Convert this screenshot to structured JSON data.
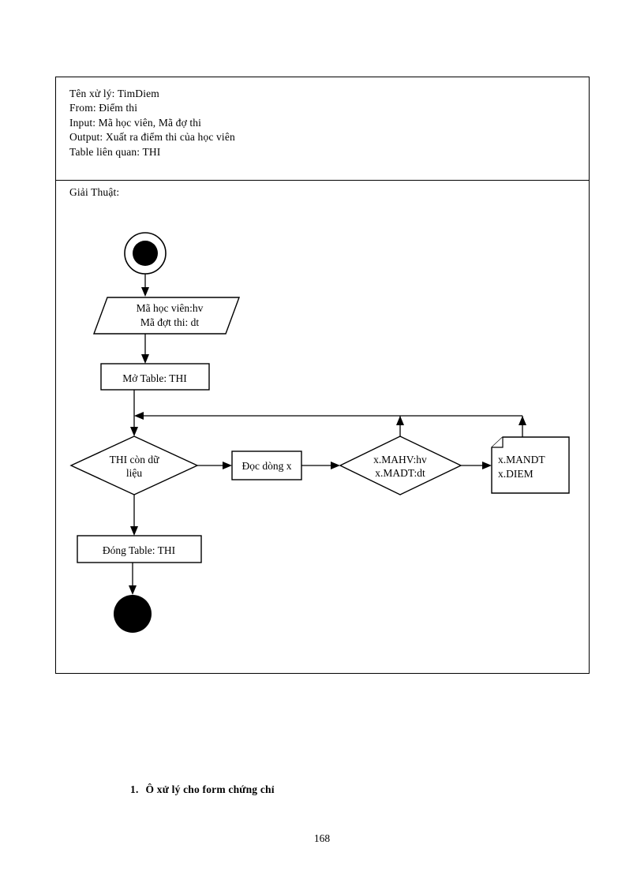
{
  "spec": {
    "header_lines": [
      "Tên xử lý:  TimDiem",
      "From: Điểm thi",
      "Input:  Mã học viên,  Mã đợ thi",
      "Output:  Xuất ra điểm thi của học viên",
      "Table liên quan:  THI"
    ],
    "algorithm_label": "Giải Thuật:"
  },
  "flowchart": {
    "start_node": "start-node",
    "input_node": {
      "line1": "Mã học viên:hv",
      "line2": "Mã đợt thi:  dt"
    },
    "open_table_node": "Mở Table:  THI",
    "loop_condition_node": {
      "line1": "THI còn dữ",
      "line2": "liệu"
    },
    "read_row_node": "Đọc dòng x",
    "match_condition_node": {
      "line1": "x.MAHV:hv",
      "line2": "x.MADT:dt"
    },
    "output_note_node": {
      "line1": "x.MANDT",
      "line2": "x.DIEM"
    },
    "close_table_node": "Đóng Table:  THI",
    "end_node": "end-node"
  },
  "caption": {
    "number": "1.",
    "text": "Ô xử lý cho form chứng chỉ"
  },
  "page_number": "168"
}
